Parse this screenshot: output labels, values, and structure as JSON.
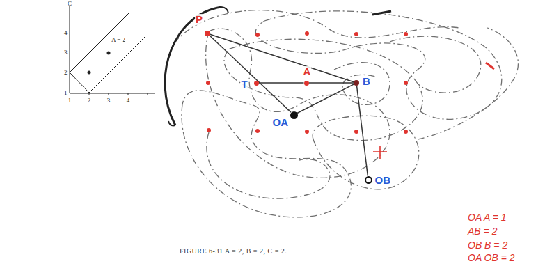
{
  "diagram": {
    "caption": "FIGURE 6-31 A = 2, B = 2, C = 2.",
    "nodes": [
      {
        "text": [
          "P"
        ]
      },
      {
        "text": [
          "T"
        ]
      },
      {
        "text": [
          "A"
        ]
      },
      {
        "text": [
          "B"
        ]
      },
      {
        "text": [
          "OA"
        ]
      },
      {
        "text": [
          "OB"
        ]
      }
    ],
    "edges": [
      {
        "from": 0,
        "to": 4,
        "arrow": "none"
      },
      {
        "from": 0,
        "to": 3,
        "arrow": "none"
      },
      {
        "from": 1,
        "to": 2,
        "arrow": "none"
      },
      {
        "from": 2,
        "to": 3,
        "arrow": "none"
      },
      {
        "from": 4,
        "to": 3,
        "arrow": "none"
      },
      {
        "from": 3,
        "to": 5,
        "arrow": "none"
      }
    ],
    "labels": [
      "C",
      "4",
      "3",
      "2",
      "1",
      "1",
      "2",
      "3",
      "4",
      "A = 2",
      "OA A = 1",
      "AB = 2",
      "OB B = 2",
      "OA OB = 2"
    ]
  }
}
